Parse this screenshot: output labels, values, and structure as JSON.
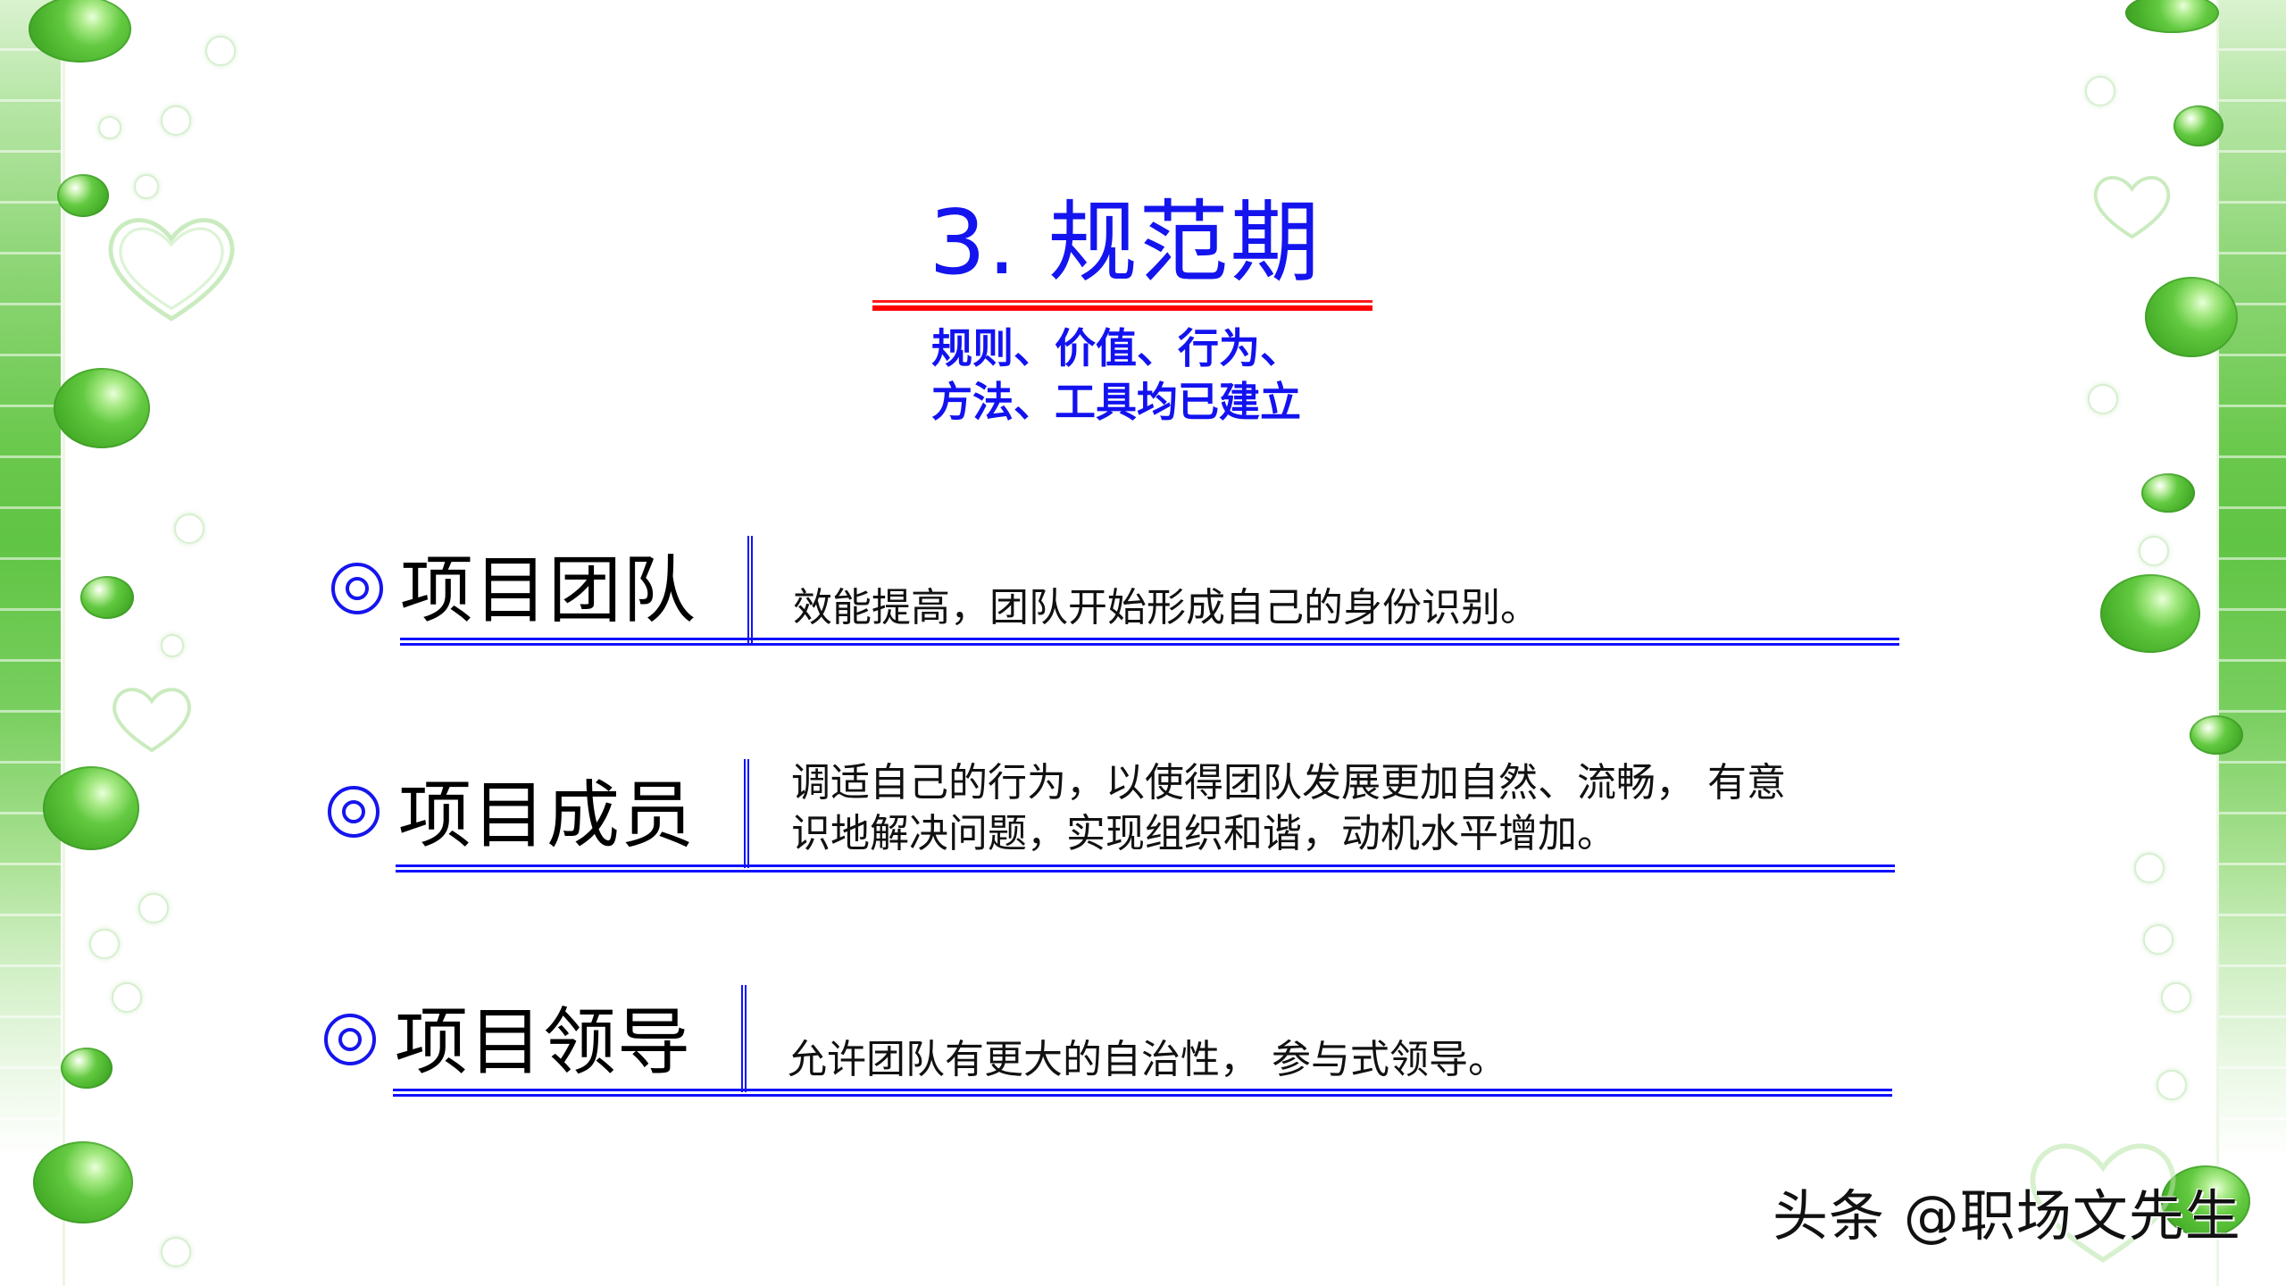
{
  "slide": {
    "title": "3. 规范期",
    "subtitle_lines": [
      "规则、价值、行为、",
      "方法、工具均已建立"
    ],
    "colors": {
      "title": "#1414ee",
      "underline": "#ff0000",
      "accent_lines": "#1010ff",
      "body_text": "#111111",
      "border_green": "#60c444"
    },
    "rows": [
      {
        "icon": "double-circle-icon",
        "label": "项目团队",
        "description_lines": [
          "效能提高，团队开始形成自己的身份识别。"
        ]
      },
      {
        "icon": "double-circle-icon",
        "label": "项目成员",
        "description_lines": [
          "调适自己的行为，以使得团队发展更加自然、流畅， 有意",
          "识地解决问题，实现组织和谐，动机水平增加。"
        ]
      },
      {
        "icon": "double-circle-icon",
        "label": "项目领导",
        "description_lines": [
          "允许团队有更大的自治性， 参与式领导。"
        ]
      }
    ]
  },
  "watermark": "头条 @职场文先生"
}
